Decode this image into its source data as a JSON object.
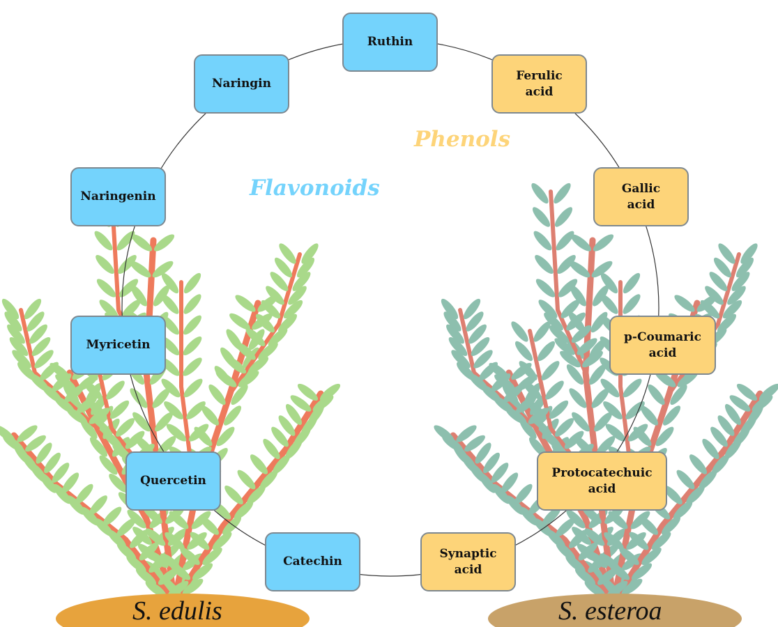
{
  "colors": {
    "flavonoid_box": "#74d3fc",
    "phenol_box": "#fdd479",
    "flavonoids_label": "#74d3fc",
    "phenols_label": "#fdd479",
    "edulis_leaves": "#a9d98a",
    "edulis_stems": "#ee7a5c",
    "esteroa_leaves": "#8dbfae",
    "esteroa_stems": "#dd7f71",
    "edulis_soil": "#e7a33d",
    "esteroa_soil": "#c8a269"
  },
  "categories": {
    "flavonoids": "Flavonoids",
    "phenols": "Phenols"
  },
  "flavonoids": [
    {
      "name": "Ruthin"
    },
    {
      "name": "Naringin"
    },
    {
      "name": "Naringenin"
    },
    {
      "name": "Myricetin"
    },
    {
      "name": "Quercetin"
    },
    {
      "name": "Catechin"
    }
  ],
  "phenols": [
    {
      "name": "Ferulic\nacid"
    },
    {
      "name": "Gallic\nacid"
    },
    {
      "name": "p-Coumaric\nacid"
    },
    {
      "name": "Protocatechuic\nacid"
    },
    {
      "name": "Synaptic\nacid"
    }
  ],
  "species": {
    "left": "S. edulis",
    "right": "S. esteroa"
  }
}
